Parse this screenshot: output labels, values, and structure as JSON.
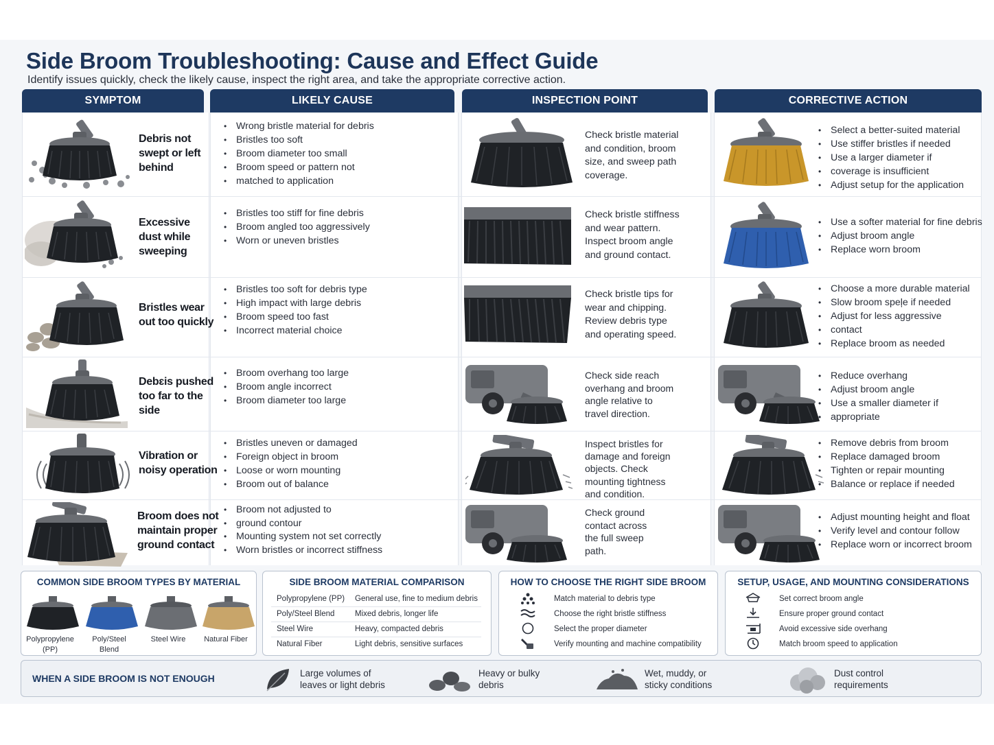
{
  "title": "Side Broom Troubleshooting: Cause and Effect Guide",
  "subtitle": "Identify issues quickly, check the likely cause, inspect the right area, and take the appropriate corrective action.",
  "columns": [
    "SYMPTOM",
    "LIKELY CAUSE",
    "INSPECTION POINT",
    "CORRECTIVE ACTION"
  ],
  "colors": {
    "header": "#1e3a63",
    "bristle_dark": "#1f2226",
    "bristle_gold": "#c9962a",
    "bristle_blue": "#2f5fae"
  },
  "rows": [
    {
      "symptom": [
        "Debris not",
        "swept or left",
        "behind"
      ],
      "causes": [
        "Wrong bristle material for debris",
        "Bristles too soft",
        "Broom diameter too small",
        "Broom speed or pattern not",
        "matched to application"
      ],
      "inspection": [
        "Check bristle material",
        "and condition, broom",
        "size, and sweep path",
        "coverage."
      ],
      "actions": [
        "Select a better-suited material",
        "Use stiffer bristles if needed",
        "Use a larger diameter if",
        "coverage is insufficient",
        "Adjust setup for the application"
      ]
    },
    {
      "symptom": [
        "Excessive",
        "dust while",
        "sweeping"
      ],
      "causes": [
        "Bristles too stiff for fine debris",
        "Broom angled too aggressively",
        "Worn or uneven bristles"
      ],
      "inspection": [
        "Check bristle stiffness",
        "and wear pattern.",
        "Inspect broom angle",
        "and ground contact."
      ],
      "actions": [
        "Use a softer material for fine debris",
        "Adjust broom angle",
        "Replace worn broom"
      ]
    },
    {
      "symptom": [
        "Bristles wear",
        "out too quickly"
      ],
      "causes": [
        "Bristles too soft for debris type",
        "High impact with large debris",
        "Broom speed too fast",
        "Incorrect material choice"
      ],
      "inspection": [
        "Check bristle tips for",
        "wear and chipping.",
        "Review debris type",
        "and operating speed."
      ],
      "actions": [
        "Choose a more durable material",
        "Slow broom speļe if needed",
        "Adjust for less aggressive",
        "contact",
        "Replace broom as needed"
      ]
    },
    {
      "symptom": [
        "Debɛis pushed",
        "too far to the",
        "side"
      ],
      "causes": [
        "Broom overhang too large",
        "Broom angle incorrect",
        "Broom diameter too large"
      ],
      "inspection": [
        "Check side reach",
        "overhang and broom",
        "angle relative to",
        "travel direction."
      ],
      "actions": [
        "Reduce overhang",
        "Adjust broom angle",
        "Use a smaller diameter if",
        "appropriate"
      ]
    },
    {
      "symptom": [
        "Vibration or",
        "noisy operation"
      ],
      "causes": [
        "Bristles uneven or damaged",
        "Foreign object in broom",
        "Loose or worn mounting",
        "Broom out of balance"
      ],
      "inspection": [
        "Inspect bristles for",
        "damage and foreign",
        "objects. Check",
        "mounting tightness",
        "and condition."
      ],
      "actions": [
        "Remove debris from broom",
        "Replace damaged broom",
        "Tighten or repair mounting",
        "Balance or replace if needed"
      ]
    },
    {
      "symptom": [
        "Broom does not",
        "maintain proper",
        "ground contact"
      ],
      "causes": [
        "Broom not adjusted to",
        "ground contour",
        "Mounting system not set correctly",
        "Worn bristles or incorrect stiffness"
      ],
      "inspection": [
        "Check ground",
        "contact across",
        "the full sweep",
        "path."
      ],
      "actions": [
        "Adjust mounting height and float",
        "Verify level and contour follow",
        "Replace worn or incorrect broom"
      ]
    }
  ],
  "types_box": {
    "title": "COMMON SIDE BROOM TYPES BY MATERIAL",
    "items": [
      {
        "label": "Polypropylene (PP)",
        "color": "#1f2226"
      },
      {
        "label": "Poly/Steel Blend",
        "color": "#2f5fae"
      },
      {
        "label": "Steel Wire",
        "color": "#6b6e73"
      },
      {
        "label": "Natural Fiber",
        "color": "#c8a56a"
      }
    ]
  },
  "comparison_box": {
    "title": "SIDE BROOM MATERIAL COMPARISON",
    "rows": [
      {
        "material": "Polypropylene (PP)",
        "use": "General use, fine to medium debris"
      },
      {
        "material": "Poly/Steel Blend",
        "use": "Mixed debris, longer life"
      },
      {
        "material": "Steel Wire",
        "use": "Heavy, compacted debris"
      },
      {
        "material": "Natural Fiber",
        "use": "Light debris, sensitive surfaces"
      }
    ]
  },
  "choose_box": {
    "title": "HOW TO CHOOSE THE RIGHT SIDE BROOM",
    "items": [
      {
        "icon": "debris-dots-icon",
        "text": "Match material to debris type"
      },
      {
        "icon": "stiffness-wave-icon",
        "text": "Choose the right bristle stiffness"
      },
      {
        "icon": "circle-diameter-icon",
        "text": "Select the proper diameter"
      },
      {
        "icon": "mounting-wrench-icon",
        "text": "Verify mounting and machine compatibility"
      }
    ]
  },
  "setup_box": {
    "title": "SETUP, USAGE, AND MOUNTING CONSIDERATIONS",
    "items": [
      {
        "icon": "angle-icon",
        "text": "Set correct broom angle"
      },
      {
        "icon": "ground-contact-icon",
        "text": "Ensure proper ground contact"
      },
      {
        "icon": "overhang-icon",
        "text": "Avoid excessive side overhang"
      },
      {
        "icon": "clock-icon",
        "text": "Match broom speed to application"
      }
    ]
  },
  "footer": {
    "title": "WHEN A SIDE BROOM IS NOT ENOUGH",
    "items": [
      {
        "icon": "leaf-icon",
        "line1": "Large volumes of",
        "line2": "leaves or light debris"
      },
      {
        "icon": "rocks-icon",
        "line1": "Heavy or bulky",
        "line2": "debris"
      },
      {
        "icon": "mud-icon",
        "line1": "Wet, muddy, or",
        "line2": "sticky conditions"
      },
      {
        "icon": "dust-cloud-icon",
        "line1": "Dust control",
        "line2": "requirements"
      }
    ]
  }
}
